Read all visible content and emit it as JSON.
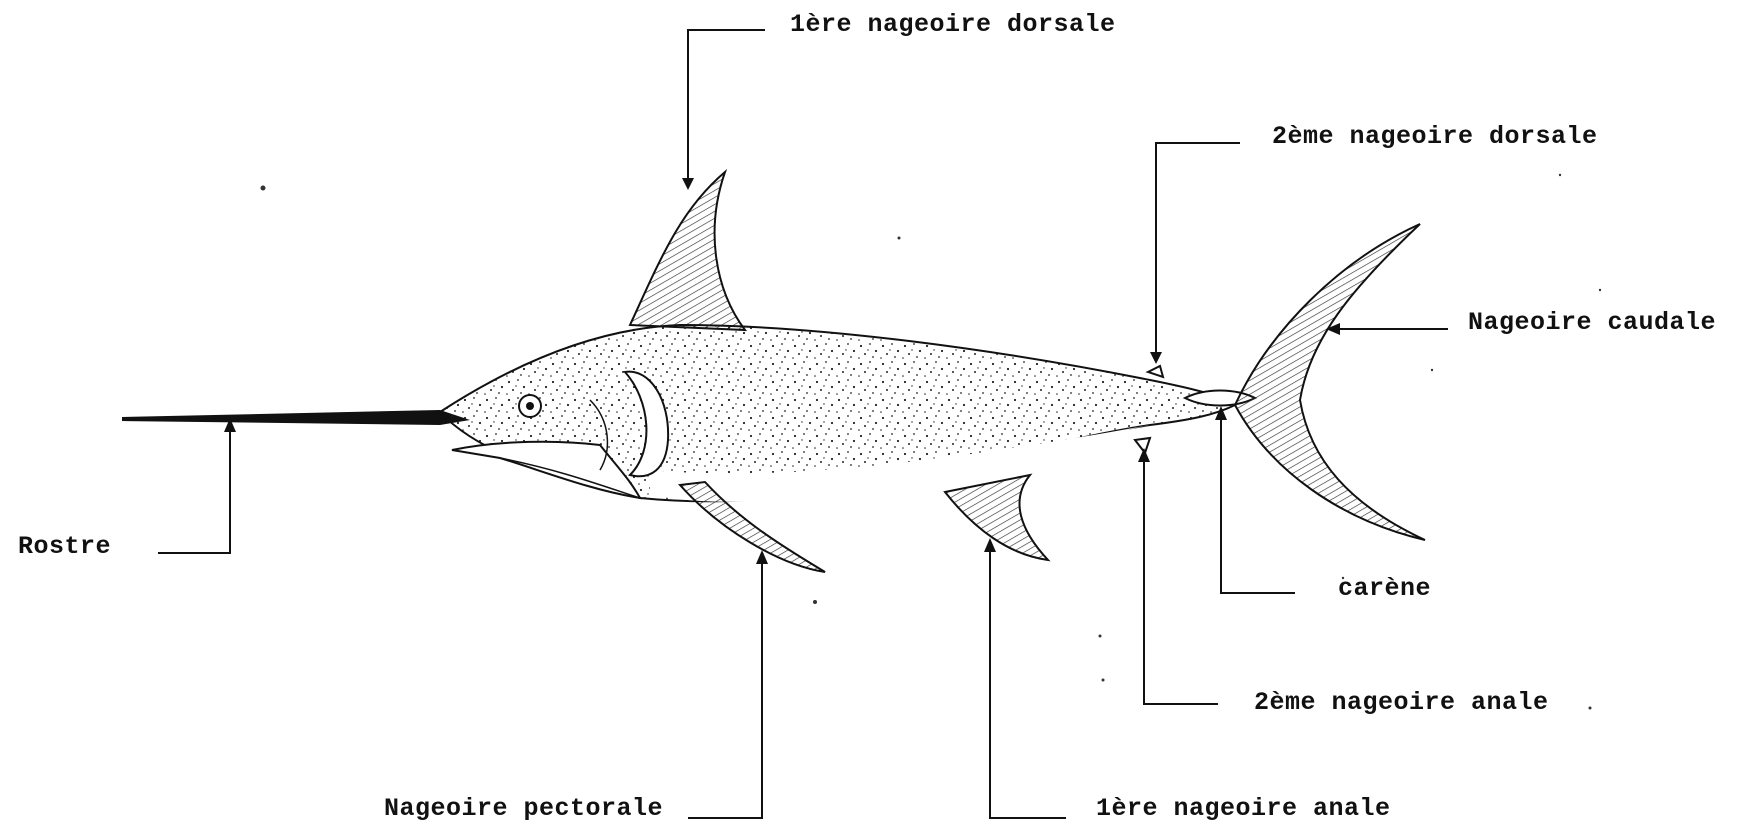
{
  "labels": {
    "dorsal1": "1ère nageoire dorsale",
    "dorsal2": "2ème nageoire dorsale",
    "caudal": "Nageoire caudale",
    "rostre": "Rostre",
    "carene": "carène",
    "anal2": "2ème nageoire anale",
    "pectoral": "Nageoire pectorale",
    "anal1": "1ère nageoire anale"
  }
}
